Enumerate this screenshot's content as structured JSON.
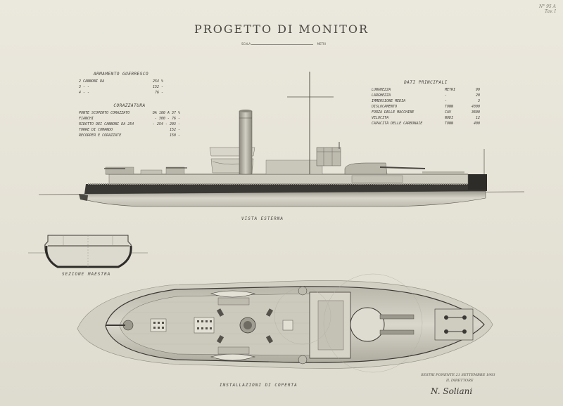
{
  "title": "PROGETTO DI MONITOR",
  "scale": {
    "left": "SCALA",
    "right": "METRI"
  },
  "corner": {
    "line1": "N° 95 A",
    "line2": "Tav. I"
  },
  "armamento": {
    "heading": "ARMAMENTO GUERRESCO",
    "rows": [
      {
        "label": "2 CANNONI DA",
        "value": "254 %"
      },
      {
        "label": "3   -   -",
        "value": "152 -"
      },
      {
        "label": "4   -   -",
        "value": "76 -"
      }
    ]
  },
  "corazzatura": {
    "heading": "CORAZZATURA",
    "rows": [
      {
        "label": "PONTE SCOPERTO CORAZZATO",
        "value": "DA 100 A 37 %"
      },
      {
        "label": "FIANCHI",
        "value": "- 300 - 76 -"
      },
      {
        "label": "RIDOTTO DEI CANNONI DA 254",
        "value": "- 254 - 203 -"
      },
      {
        "label": "TORRE DI COMANDO",
        "value": "152 -"
      },
      {
        "label": "RECORPER E CORAZZATE",
        "value": "150 -"
      }
    ]
  },
  "dati": {
    "heading": "DATI PRINCIPALI",
    "rows": [
      {
        "label": "LUNGHEZZA",
        "unit": "METRI",
        "value": "90"
      },
      {
        "label": "LARGHEZZA",
        "unit": "-",
        "value": "20"
      },
      {
        "label": "IMMERSIONE MEDIA",
        "unit": "-",
        "value": "3"
      },
      {
        "label": "DISLOCAMENTO",
        "unit": "TONN",
        "value": "4300"
      },
      {
        "label": "FORZA DELLE MACCHINE",
        "unit": "CAV",
        "value": "3600"
      },
      {
        "label": "VELOCITA",
        "unit": "NODI",
        "value": "12"
      },
      {
        "label": "CAPACITÀ DELLE CARBONAIE",
        "unit": "TONN",
        "value": "400"
      }
    ]
  },
  "captions": {
    "external_view": "VISTA ESTERNA",
    "midsection": "SEZIONE MAESTRA",
    "deck": "INSTALLAZIONI DI COPERTA"
  },
  "signature": {
    "place_date": "SESTRI PONENTE 21 SETTEMBRE 1903",
    "role": "IL DIRETTORE",
    "name": "N. Soliani"
  },
  "colors": {
    "paper": "#e6e3d7",
    "ink": "#3a3834",
    "hull_dark": "#2e2c29",
    "hull_light": "#c9c6ba"
  }
}
